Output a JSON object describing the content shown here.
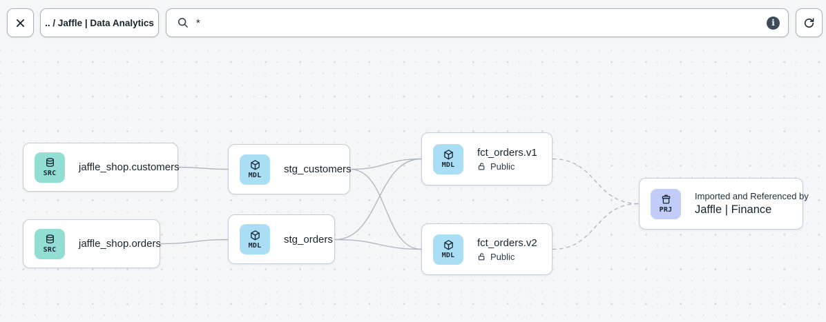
{
  "toolbar": {
    "breadcrumb": ".. / Jaffle | Data Analytics",
    "search": {
      "value": "*"
    }
  },
  "colors": {
    "src_badge": "#93ded3",
    "mdl_badge": "#a9def5",
    "prj_badge": "#c1ccf8",
    "edge": "#b0b7c3",
    "canvas_bg": "#f5f6f8"
  },
  "graph": {
    "nodes": [
      {
        "id": "jaffle_shop.customers",
        "badge": "SRC",
        "label": "jaffle_shop.customers"
      },
      {
        "id": "jaffle_shop.orders",
        "badge": "SRC",
        "label": "jaffle_shop.orders"
      },
      {
        "id": "stg_customers",
        "badge": "MDL",
        "label": "stg_customers"
      },
      {
        "id": "stg_orders",
        "badge": "MDL",
        "label": "stg_orders"
      },
      {
        "id": "fct_orders.v1",
        "badge": "MDL",
        "label": "fct_orders.v1",
        "access": "Public"
      },
      {
        "id": "fct_orders.v2",
        "badge": "MDL",
        "label": "fct_orders.v2",
        "access": "Public"
      },
      {
        "id": "jaffle_finance",
        "badge": "PRJ",
        "label": "Jaffle | Finance",
        "sublabel": "Imported and Referenced by"
      }
    ],
    "edges": [
      {
        "from": "jaffle_shop.customers",
        "to": "stg_customers",
        "style": "solid"
      },
      {
        "from": "jaffle_shop.orders",
        "to": "stg_orders",
        "style": "solid"
      },
      {
        "from": "stg_customers",
        "to": "fct_orders.v1",
        "style": "solid"
      },
      {
        "from": "stg_customers",
        "to": "fct_orders.v2",
        "style": "solid"
      },
      {
        "from": "stg_orders",
        "to": "fct_orders.v1",
        "style": "solid"
      },
      {
        "from": "stg_orders",
        "to": "fct_orders.v2",
        "style": "solid"
      },
      {
        "from": "fct_orders.v1",
        "to": "jaffle_finance",
        "style": "dashed"
      },
      {
        "from": "fct_orders.v2",
        "to": "jaffle_finance",
        "style": "dashed"
      }
    ]
  }
}
